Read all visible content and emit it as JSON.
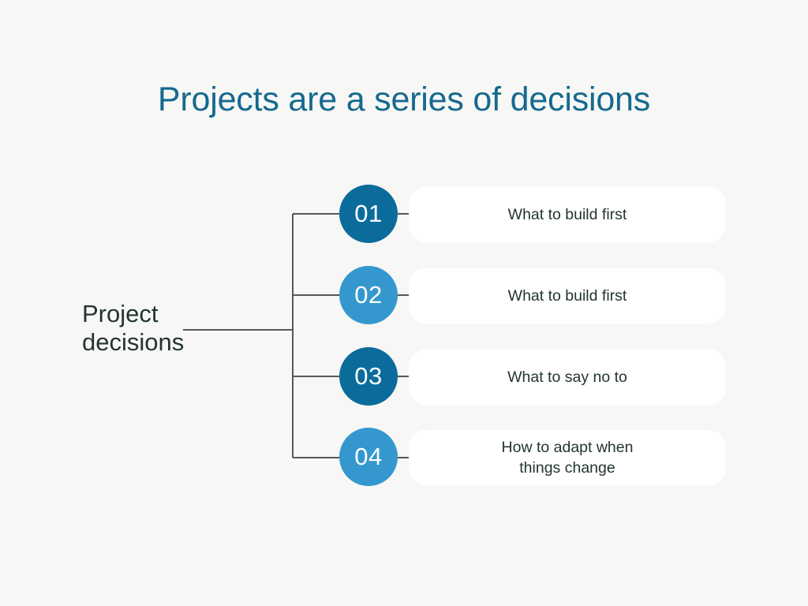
{
  "slide": {
    "title": "Projects are a series of decisions",
    "background_color": "#f7f7f5",
    "title_color": "#16698f",
    "text_color": "#23352e",
    "root": {
      "line1": "Project",
      "line2": "decisions"
    },
    "branches": [
      {
        "number": "01",
        "badge_color": "#0b6c9b",
        "label_line1": "What to build first",
        "label_line2": ""
      },
      {
        "number": "02",
        "badge_color": "#3498cf",
        "label_line1": "What to build first",
        "label_line2": ""
      },
      {
        "number": "03",
        "badge_color": "#0b6c9b",
        "label_line1": "What to say no to",
        "label_line2": ""
      },
      {
        "number": "04",
        "badge_color": "#3498cf",
        "label_line1": "How to adapt when",
        "label_line2": "things change"
      }
    ]
  }
}
